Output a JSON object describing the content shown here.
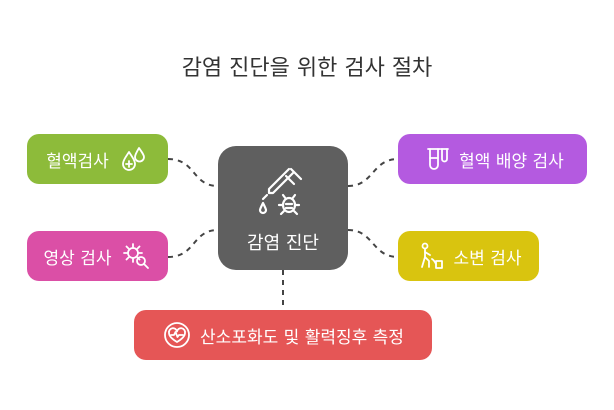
{
  "title": "감염 진단을 위한 검사 절차",
  "center": {
    "label": "감염 진단",
    "icon": "dropper-bacteria-icon"
  },
  "nodes": {
    "blood_test": {
      "label": "혈액검사",
      "icon": "droplets-plus-icon",
      "color": "#8dbb3a"
    },
    "imaging": {
      "label": "영상 검사",
      "icon": "virus-magnifier-icon",
      "color": "#db4fa6"
    },
    "blood_culture": {
      "label": "혈액 배양 검사",
      "icon": "test-tubes-icon",
      "color": "#b45ae0"
    },
    "urine": {
      "label": "소변 검사",
      "icon": "urine-person-icon",
      "color": "#d9c40f"
    },
    "vitals": {
      "label": "산소포화도 및 활력징후 측정",
      "icon": "heart-pulse-icon",
      "color": "#e55656"
    }
  }
}
